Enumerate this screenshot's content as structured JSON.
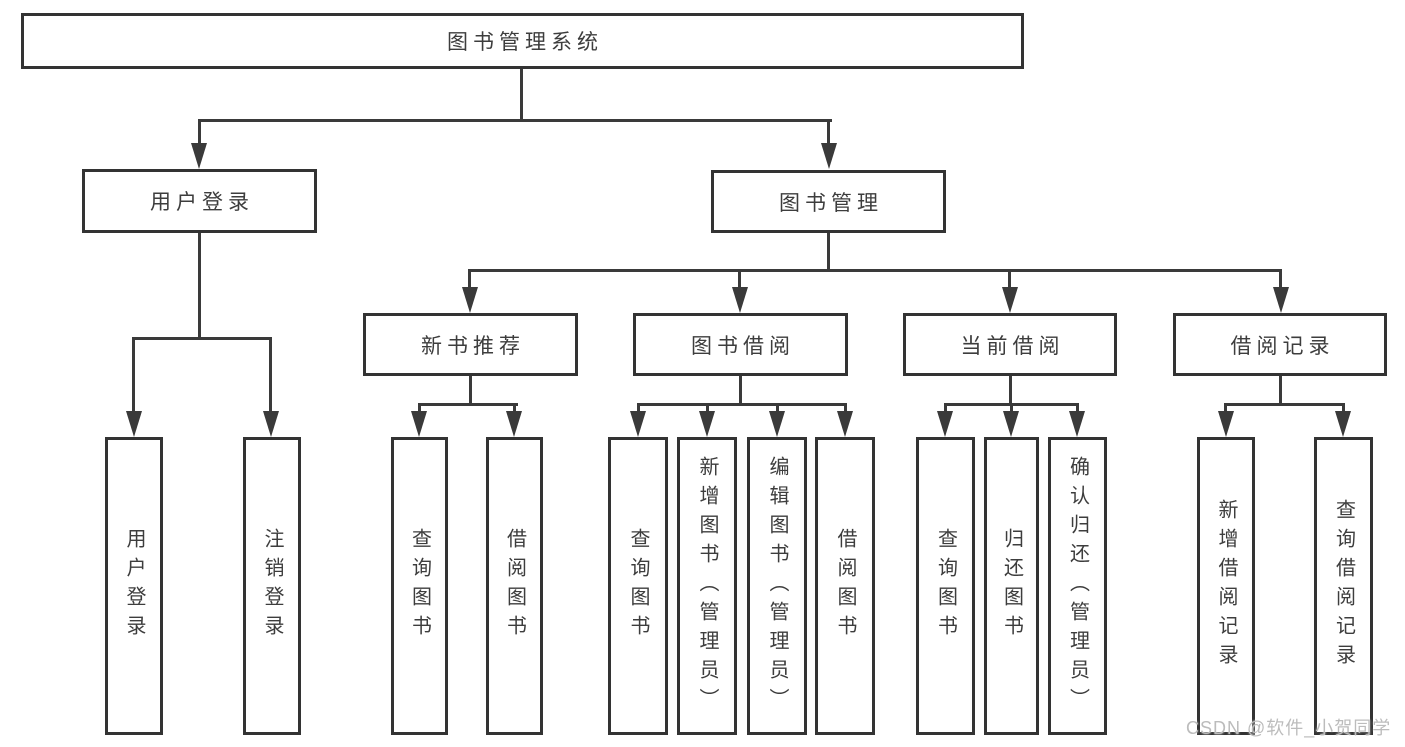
{
  "tree": {
    "root": {
      "label": "图书管理系统"
    },
    "branches": [
      {
        "label": "用户登录",
        "children": [
          {
            "label": "用户登录"
          },
          {
            "label": "注销登录"
          }
        ]
      },
      {
        "label": "图书管理",
        "sections": [
          {
            "label": "新书推荐",
            "children": [
              {
                "label": "查询图书"
              },
              {
                "label": "借阅图书"
              }
            ]
          },
          {
            "label": "图书借阅",
            "children": [
              {
                "label": "查询图书"
              },
              {
                "label": "新增图书（管理员）"
              },
              {
                "label": "编辑图书（管理员）"
              },
              {
                "label": "借阅图书"
              }
            ]
          },
          {
            "label": "当前借阅",
            "children": [
              {
                "label": "查询图书"
              },
              {
                "label": "归还图书"
              },
              {
                "label": "确认归还（管理员）"
              }
            ]
          },
          {
            "label": "借阅记录",
            "children": [
              {
                "label": "新增借阅记录"
              },
              {
                "label": "查询借阅记录"
              }
            ]
          }
        ]
      }
    ]
  },
  "watermark": "CSDN @软件_小贺同学",
  "colors": {
    "background": "#ffffff",
    "box_border": "#333333",
    "connector": "#3a3a3a",
    "text": "#3d3d3d",
    "watermark": "#bcbcbc"
  }
}
